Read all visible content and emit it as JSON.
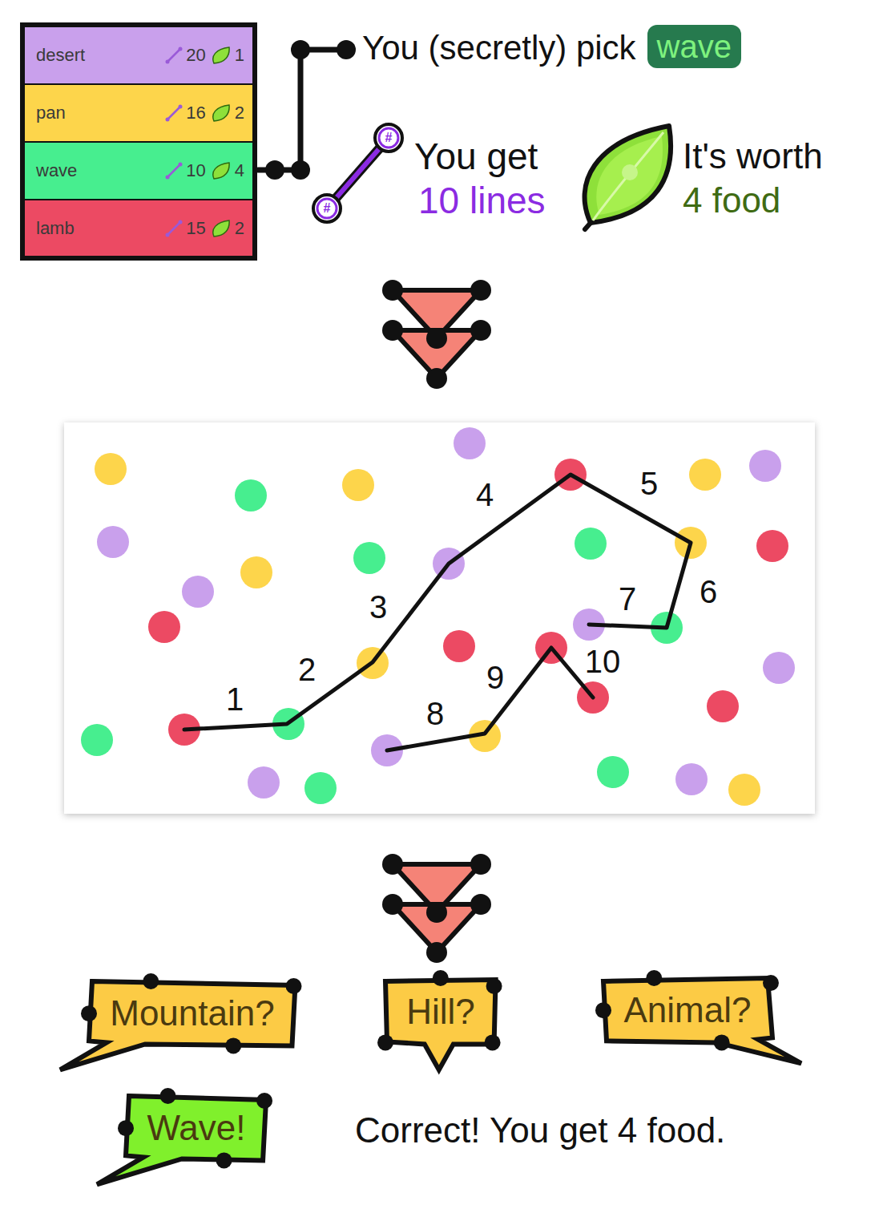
{
  "diagram": {
    "nodes": [
      {
        "text": [
          "desert",
          "20",
          "1"
        ]
      },
      {
        "text": [
          "pan",
          "16",
          "2"
        ]
      },
      {
        "text": [
          "wave",
          "10",
          "4"
        ]
      },
      {
        "text": [
          "lamb",
          "15",
          "2"
        ]
      },
      {
        "text": [
          "wave"
        ]
      },
      {
        "text": [
          "Mountain?"
        ]
      },
      {
        "text": [
          "Hill?"
        ]
      },
      {
        "text": [
          "Animal?"
        ]
      },
      {
        "text": [
          "Wave!"
        ]
      }
    ],
    "labels": [
      "You (secretly) pick",
      "#",
      "#",
      "You get",
      "10 lines",
      "It's worth",
      "4 food",
      "1",
      "2",
      "3",
      "4",
      "5",
      "6",
      "7",
      "8",
      "9",
      "10",
      "Correct! You get 4 food."
    ]
  }
}
